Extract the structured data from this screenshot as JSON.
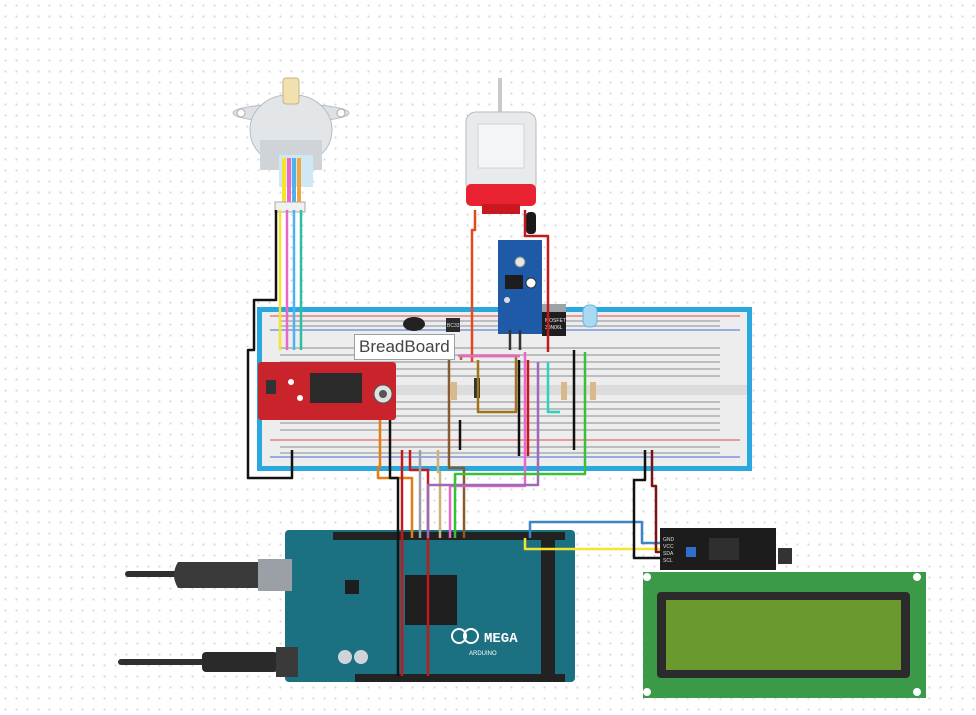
{
  "labels": {
    "breadboard": "BreadBoard",
    "arduino_brand": "MEGA",
    "arduino_sub": "ARDUINO",
    "mosfet": "MOSFET",
    "mosfet_sub": "30N06L",
    "transistor": "BC337",
    "i2c_pins": [
      "GND",
      "VCC",
      "SDA",
      "SCL"
    ]
  },
  "colors": {
    "breadboard_border": "#29a8e0",
    "arduino_board": "#1b7081",
    "lcd_frame": "#3a9a48",
    "lcd_screen": "#6a9a2e",
    "driver_board": "#c9242b",
    "sensor_board": "#1e5aa8",
    "motor_cap": "#e82230"
  }
}
